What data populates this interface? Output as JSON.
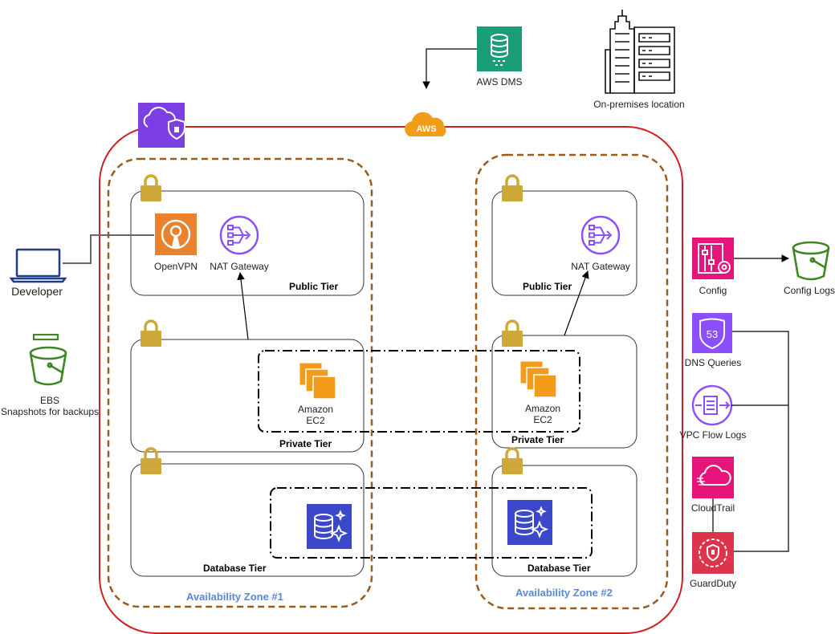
{
  "cloud": {
    "badge": "AWS",
    "frame_color": "#cc2222"
  },
  "zones": [
    "Availability Zone #1",
    "Availability Zone #2"
  ],
  "tiers": {
    "public": "Public Tier",
    "private": "Private Tier",
    "database": "Database Tier"
  },
  "services": {
    "aws_dms": "AWS DMS",
    "on_premises": "On-premises location",
    "developer": "Developer",
    "ebs": "EBS\nSnapshots for backups",
    "openvpn": "OpenVPN",
    "nat_gateway": "NAT Gateway",
    "ec2": "Amazon\nEC2"
  },
  "monitoring": {
    "config": "Config",
    "config_logs": "Config Logs",
    "dns_queries": "DNS Queries",
    "vpc_flow_logs": "VPC Flow Logs",
    "cloudtrail": "CloudTrail",
    "guardduty": "GuardDuty"
  },
  "icons": {
    "vpc": "vpc-shield-icon",
    "dms": "database-migration-icon",
    "building": "on-premises-building-icon",
    "laptop": "laptop-icon",
    "bucket": "s3-bucket-icon",
    "lock": "padlock-icon",
    "nat": "nat-gateway-icon",
    "ec2": "ec2-instances-icon",
    "rds": "rds-database-icon",
    "route53": "route53-icon"
  },
  "colors": {
    "zone_border": "#9c5a1c",
    "lock": "#cfa83a",
    "purple": "#8c4fff",
    "orange_ec2": "#f39c1a",
    "green_storage": "#3f8624",
    "pink_mgmt": "#e7157b",
    "red_security": "#dd344c",
    "az_text": "#5a8ad6"
  }
}
